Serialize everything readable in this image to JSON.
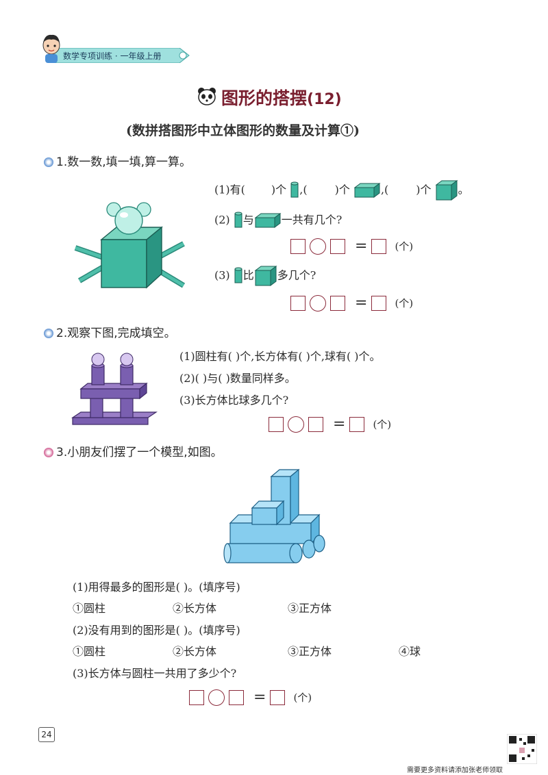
{
  "header": {
    "banner": "数学专项训练 · 一年级上册"
  },
  "title": {
    "main": "图形的搭摆",
    "num": "(12)",
    "subtitle": "(数拼搭图形中立体图形的数量及计算①)"
  },
  "q1": {
    "label": "1.数一数,填一填,算一算。",
    "p1": {
      "a": "(1)有(",
      "b": ")个",
      "c": ",(",
      "d": ")个",
      "e": ",(",
      "f": ")个",
      "g": "。"
    },
    "p2": {
      "a": "(2)",
      "b": "与",
      "c": "一共有几个?"
    },
    "p3": {
      "a": "(3)",
      "b": "比",
      "c": "多几个?"
    },
    "unit": "(个)"
  },
  "q2": {
    "label": "2.观察下图,完成填空。",
    "l1": "(1)圆柱有(    )个,长方体有(    )个,球有(    )个。",
    "l2": "(2)(    )与(    )数量同样多。",
    "l3": "(3)长方体比球多几个?",
    "unit": "(个)"
  },
  "q3": {
    "label": "3.小朋友们摆了一个模型,如图。",
    "l1": "(1)用得最多的图形是(    )。(填序号)",
    "opts1": [
      "①圆柱",
      "②长方体",
      "③正方体"
    ],
    "l2": "(2)没有用到的图形是(    )。(填序号)",
    "opts2": [
      "①圆柱",
      "②长方体",
      "③正方体",
      "④球"
    ],
    "l3": "(3)长方体与圆柱一共用了多少个?",
    "unit": "(个)"
  },
  "footer": {
    "page": "24",
    "note": "需要更多资料请添加张老师领取"
  }
}
